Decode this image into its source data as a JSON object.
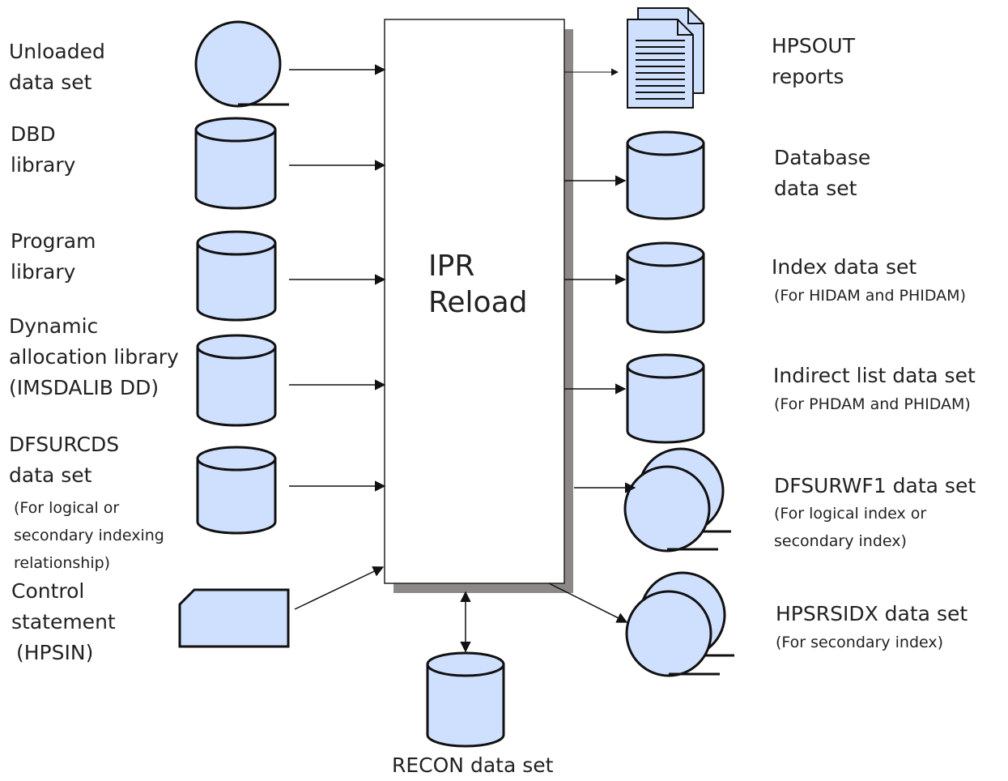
{
  "center": {
    "line1": "IPR",
    "line2": "Reload"
  },
  "inputs": {
    "unloaded": {
      "line1": "Unloaded",
      "line2": "data set"
    },
    "dbd": {
      "line1": "DBD",
      "line2": "library"
    },
    "program": {
      "line1": "Program",
      "line2": "library"
    },
    "dynamic": {
      "line1": "Dynamic",
      "line2": "allocation library",
      "line3": "(IMSDALIB DD)"
    },
    "dfsurcds": {
      "line1": "DFSURCDS",
      "line2": "data set",
      "note1": "(For logical or",
      "note2": "secondary indexing",
      "note3": "relationship)"
    },
    "control": {
      "line1": "Control",
      "line2": "statement",
      "line3": "(HPSIN)"
    }
  },
  "outputs": {
    "hpsout": {
      "line1": "HPSOUT",
      "line2": "reports"
    },
    "database": {
      "line1": "Database",
      "line2": "data set"
    },
    "index": {
      "line1": "Index data set",
      "note1": "(For HIDAM and PHIDAM)"
    },
    "indirect": {
      "line1": "Indirect list data set",
      "note1": "(For PHDAM and PHIDAM)"
    },
    "dfsurwf1": {
      "line1": "DFSURWF1 data set",
      "note1": "(For logical index or",
      "note2": "secondary index)"
    },
    "hpsrsidx": {
      "line1": "HPSRSIDX data set",
      "note1": "(For secondary index)"
    }
  },
  "recon": {
    "label": "RECON data set"
  },
  "colors": {
    "fill": "#cfe0ff",
    "stroke": "#111111",
    "shadow": "#8c8888"
  }
}
